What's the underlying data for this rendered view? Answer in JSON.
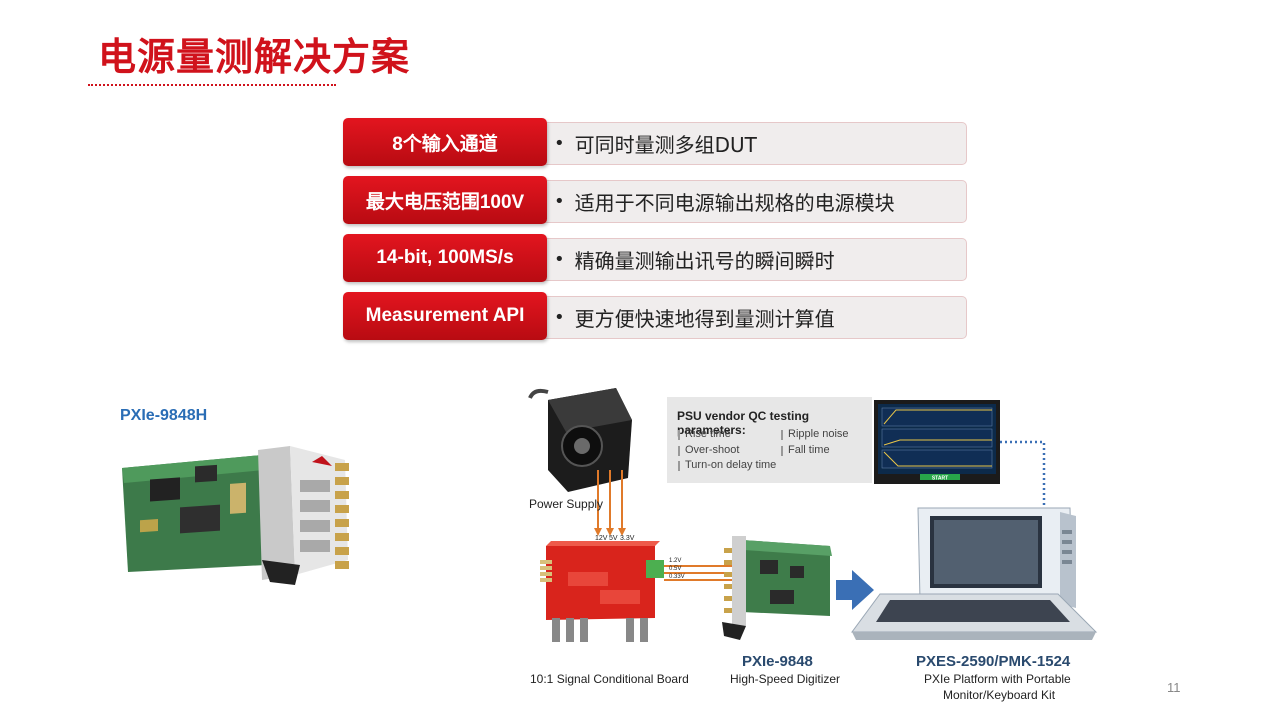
{
  "page": {
    "title": "电源量测解决方案",
    "page_number": "11"
  },
  "features": [
    {
      "label": "8个输入通道",
      "desc": "可同时量测多组DUT"
    },
    {
      "label": "最大电压范围100V",
      "desc": "适用于不同电源输出规格的电源模块"
    },
    {
      "label": "14-bit, 100MS/s",
      "desc": "精确量测输出讯号的瞬间瞬时"
    },
    {
      "label": "Measurement API",
      "desc": "更方便快速地得到量测计算值"
    }
  ],
  "product": {
    "name": "PXIe-9848H"
  },
  "diagram": {
    "power_supply": "Power Supply",
    "rails_in": [
      "12V",
      "5V",
      "3.3V"
    ],
    "rails_out": [
      "1.2V",
      "0.5V",
      "0.33V"
    ],
    "board_caption": "10:1 Signal Conditional Board",
    "digitizer_name": "PXIe-9848",
    "digitizer_caption": "High-Speed Digitizer",
    "platform_name": "PXES-2590/PMK-1524",
    "platform_caption_1": "PXIe Platform with Portable",
    "platform_caption_2": "Monitor/Keyboard Kit",
    "screen_button": "START",
    "qc": {
      "title": "PSU vendor QC testing parameters:",
      "items": [
        "Rise time",
        "Ripple noise",
        "Over-shoot",
        "Fall time",
        "Turn-on delay time"
      ]
    }
  }
}
